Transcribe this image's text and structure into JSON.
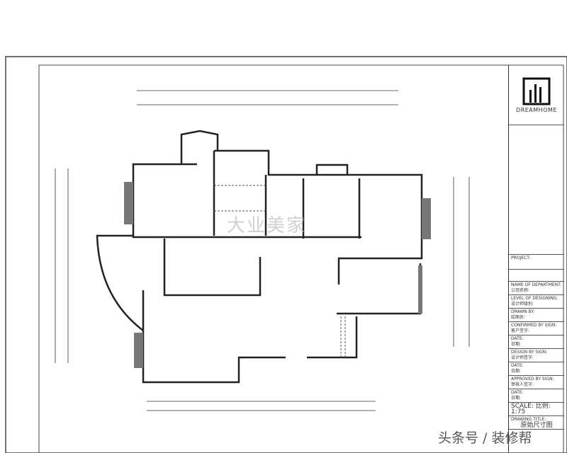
{
  "title_block": {
    "brand": "DREAMHOME",
    "fields": [
      {
        "label": "NAME OF DEPARTMENT:",
        "value": "公司名称:"
      },
      {
        "label": "LEVEL OF DESIGNING:",
        "value": "设计师级别:"
      },
      {
        "label": "DRAWN BY:",
        "value": "绘图员:"
      },
      {
        "label": "CONFIRMED BY SIGN:",
        "value": "客户签字:"
      },
      {
        "label": "DATE:",
        "value": "日期:"
      },
      {
        "label": "DESIGN BY SIGN:",
        "value": "设计师签字:"
      },
      {
        "label": "DATE:",
        "value": "日期:"
      },
      {
        "label": "APPROVED BY SIGN:",
        "value": "审核人签字:"
      },
      {
        "label": "DATE:",
        "value": "日期:"
      }
    ],
    "project_label": "PROJECT:",
    "scale_label": "SCALE: 比例:",
    "scale": "1:75",
    "drawing_title_label": "DRAWING TITLE:",
    "drawing_title": "原始尺寸图"
  },
  "watermark": "大业美家",
  "footer": "头条号 / 装修帮"
}
